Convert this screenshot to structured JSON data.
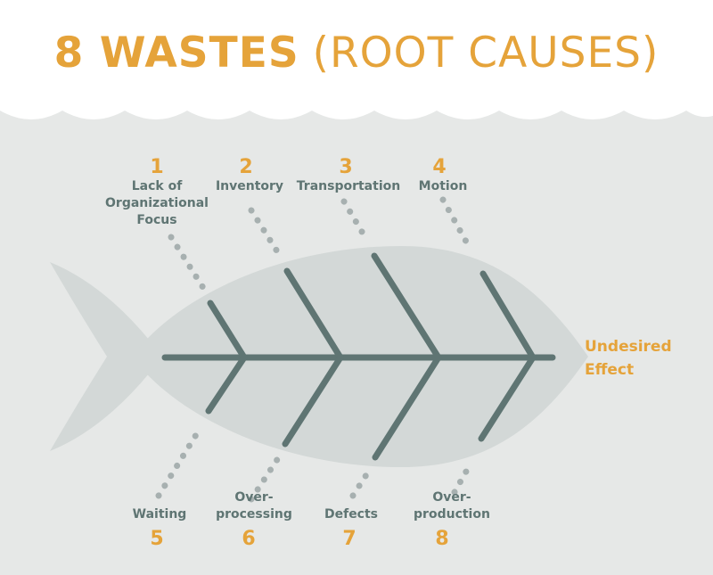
{
  "title": {
    "bold": "8 WASTES",
    "light": "(ROOT CAUSES)"
  },
  "colors": {
    "accent": "#e5a33a",
    "bone": "#5f7573",
    "fish": "#d3d8d7",
    "water": "#e6e8e7",
    "dots": "#a7b0b0"
  },
  "effect": "Undesired\nEffect",
  "causes": [
    {
      "number": "1",
      "label": "Lack of\nOrganizational\nFocus"
    },
    {
      "number": "2",
      "label": "Inventory"
    },
    {
      "number": "3",
      "label": "Transportation"
    },
    {
      "number": "4",
      "label": "Motion"
    },
    {
      "number": "5",
      "label": "Waiting"
    },
    {
      "number": "6",
      "label": "Over-\nprocessing"
    },
    {
      "number": "7",
      "label": "Defects"
    },
    {
      "number": "8",
      "label": "Over-\nproduction"
    }
  ]
}
